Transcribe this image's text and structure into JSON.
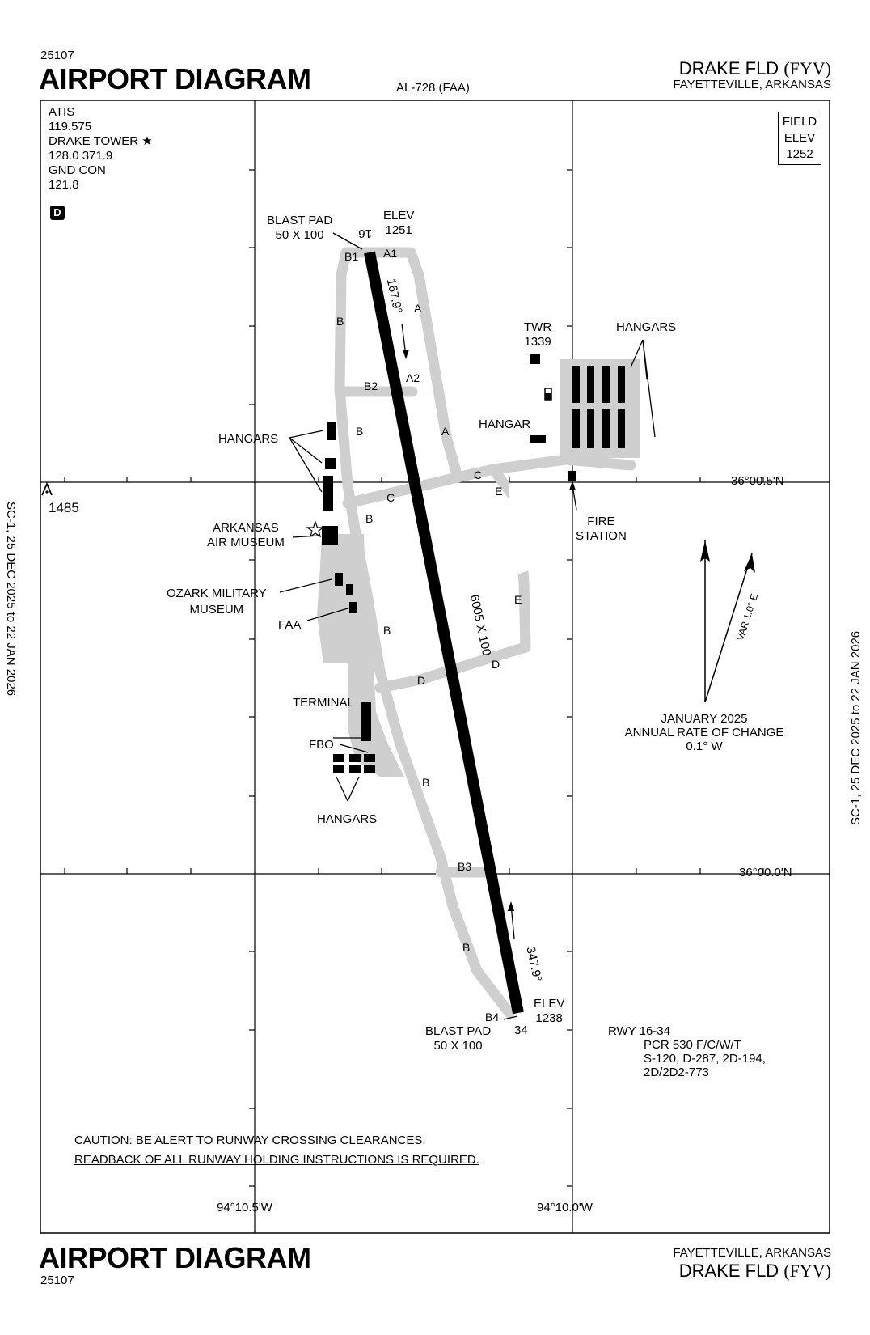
{
  "header": {
    "volume_top": "25107",
    "title_top": "AIRPORT DIAGRAM",
    "procedure_id": "AL-728 (FAA)",
    "airport_name": "DRAKE FLD",
    "airport_id": "(FYV)",
    "city_state": "FAYETTEVILLE, ARKANSAS"
  },
  "footer": {
    "title_bottom": "AIRPORT DIAGRAM",
    "volume_bottom": "25107",
    "city_state": "FAYETTEVILLE, ARKANSAS",
    "airport_name": "DRAKE FLD",
    "airport_id": "(FYV)"
  },
  "side_text": {
    "left": "SC-1,  25 DEC 2025  to  22 JAN 2026",
    "right": "SC-1,  25 DEC 2025  to  22 JAN 2026"
  },
  "frequencies": [
    "ATIS",
    "119.575",
    "DRAKE TOWER ★",
    "128.0  371.9",
    "GND CON",
    "121.8"
  ],
  "d_badge": "D",
  "field_elev": [
    "FIELD",
    "ELEV",
    "1252"
  ],
  "obstacle": "1485",
  "coordinates": {
    "lat_north": "36°00.5'N",
    "lat_south": "36°00.0'N",
    "lon_west": "94°10.5'W",
    "lon_east": "94°10.0'W"
  },
  "runway": {
    "dimensions": "6005 X 100",
    "north_end": "16",
    "south_end": "34",
    "heading_16": "167.9°",
    "heading_34": "347.9°",
    "elev_north_label": "ELEV",
    "elev_north": "1251",
    "elev_south_label": "ELEV",
    "elev_south": "1238",
    "blast_pad_north": [
      "BLAST PAD",
      "50 X 100"
    ],
    "blast_pad_south": [
      "BLAST PAD",
      "50 X 100"
    ]
  },
  "taxiways": {
    "A": "A",
    "A1": "A1",
    "A2": "A2",
    "B": "B",
    "B1": "B1",
    "B2": "B2",
    "B3": "B3",
    "B4": "B4",
    "C": "C",
    "D": "D",
    "E": "E"
  },
  "labels": {
    "twr": [
      "TWR",
      "1339"
    ],
    "hangars_ne": "HANGARS",
    "hangar": "HANGAR",
    "hangars_w": "HANGARS",
    "fire_station": [
      "FIRE",
      "STATION"
    ],
    "air_museum": [
      "ARKANSAS",
      "AIR MUSEUM"
    ],
    "military_museum": [
      "OZARK MILITARY",
      "MUSEUM"
    ],
    "faa": "FAA",
    "terminal": "TERMINAL",
    "fbo": "FBO",
    "hangars_s": "HANGARS"
  },
  "magnetic": {
    "var": "VAR 1.0° E",
    "notes": [
      "JANUARY 2025",
      "ANNUAL RATE OF CHANGE",
      "0.1° W"
    ]
  },
  "runway_data": [
    "RWY 16-34",
    "PCR 530 F/C/W/T",
    "S-120, D-287, 2D-194,",
    "2D/2D2-773"
  ],
  "caution": [
    "CAUTION:  BE ALERT TO RUNWAY CROSSING CLEARANCES.",
    "READBACK OF ALL RUNWAY HOLDING INSTRUCTIONS IS REQUIRED."
  ]
}
